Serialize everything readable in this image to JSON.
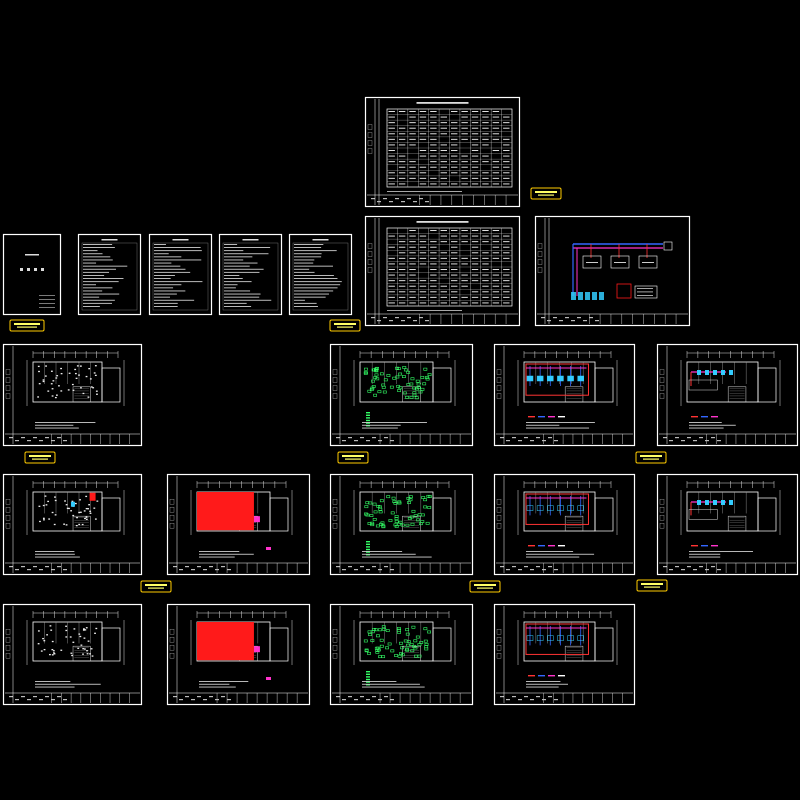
{
  "colors": {
    "background": "#000000",
    "sheet_border": "#ffffff",
    "wall_line": "#ffffff",
    "label_tag_fill": "#ffff66",
    "label_tag_border": "#ffcc00",
    "fill_red": "#ff1a1a",
    "fill_magenta": "#ff33cc",
    "pipe_red": "#ff3333",
    "pipe_blue": "#3366ff",
    "equipment_cyan": "#33ccff",
    "symbol_green": "#33ff66"
  },
  "sheets": [
    {
      "id": "cover",
      "kind": "cover"
    },
    {
      "id": "index-1",
      "kind": "text"
    },
    {
      "id": "notes-1",
      "kind": "text"
    },
    {
      "id": "notes-2",
      "kind": "text"
    },
    {
      "id": "index-2",
      "kind": "text"
    },
    {
      "id": "schedule-1",
      "kind": "table"
    },
    {
      "id": "schedule-2",
      "kind": "table"
    },
    {
      "id": "system-diagram",
      "kind": "diagram"
    },
    {
      "id": "plan-r1-c1",
      "kind": "plan",
      "fill": "white"
    },
    {
      "id": "plan-r1-c2",
      "kind": "plan",
      "fill": "green"
    },
    {
      "id": "plan-r1-c3",
      "kind": "plan",
      "fill": "pipes"
    },
    {
      "id": "plan-r1-c4",
      "kind": "plan",
      "fill": "pipes-small"
    },
    {
      "id": "plan-r2-c1",
      "kind": "plan",
      "fill": "white-cyan"
    },
    {
      "id": "plan-r2-c2",
      "kind": "plan",
      "fill": "red"
    },
    {
      "id": "plan-r2-c3",
      "kind": "plan",
      "fill": "green"
    },
    {
      "id": "plan-r2-c4",
      "kind": "plan",
      "fill": "red-outline"
    },
    {
      "id": "plan-r2-c5",
      "kind": "plan",
      "fill": "pipes-small"
    },
    {
      "id": "plan-r3-c1",
      "kind": "plan",
      "fill": "white"
    },
    {
      "id": "plan-r3-c2",
      "kind": "plan",
      "fill": "red"
    },
    {
      "id": "plan-r3-c3",
      "kind": "plan",
      "fill": "green"
    },
    {
      "id": "plan-r3-c4",
      "kind": "plan",
      "fill": "red-outline"
    }
  ]
}
